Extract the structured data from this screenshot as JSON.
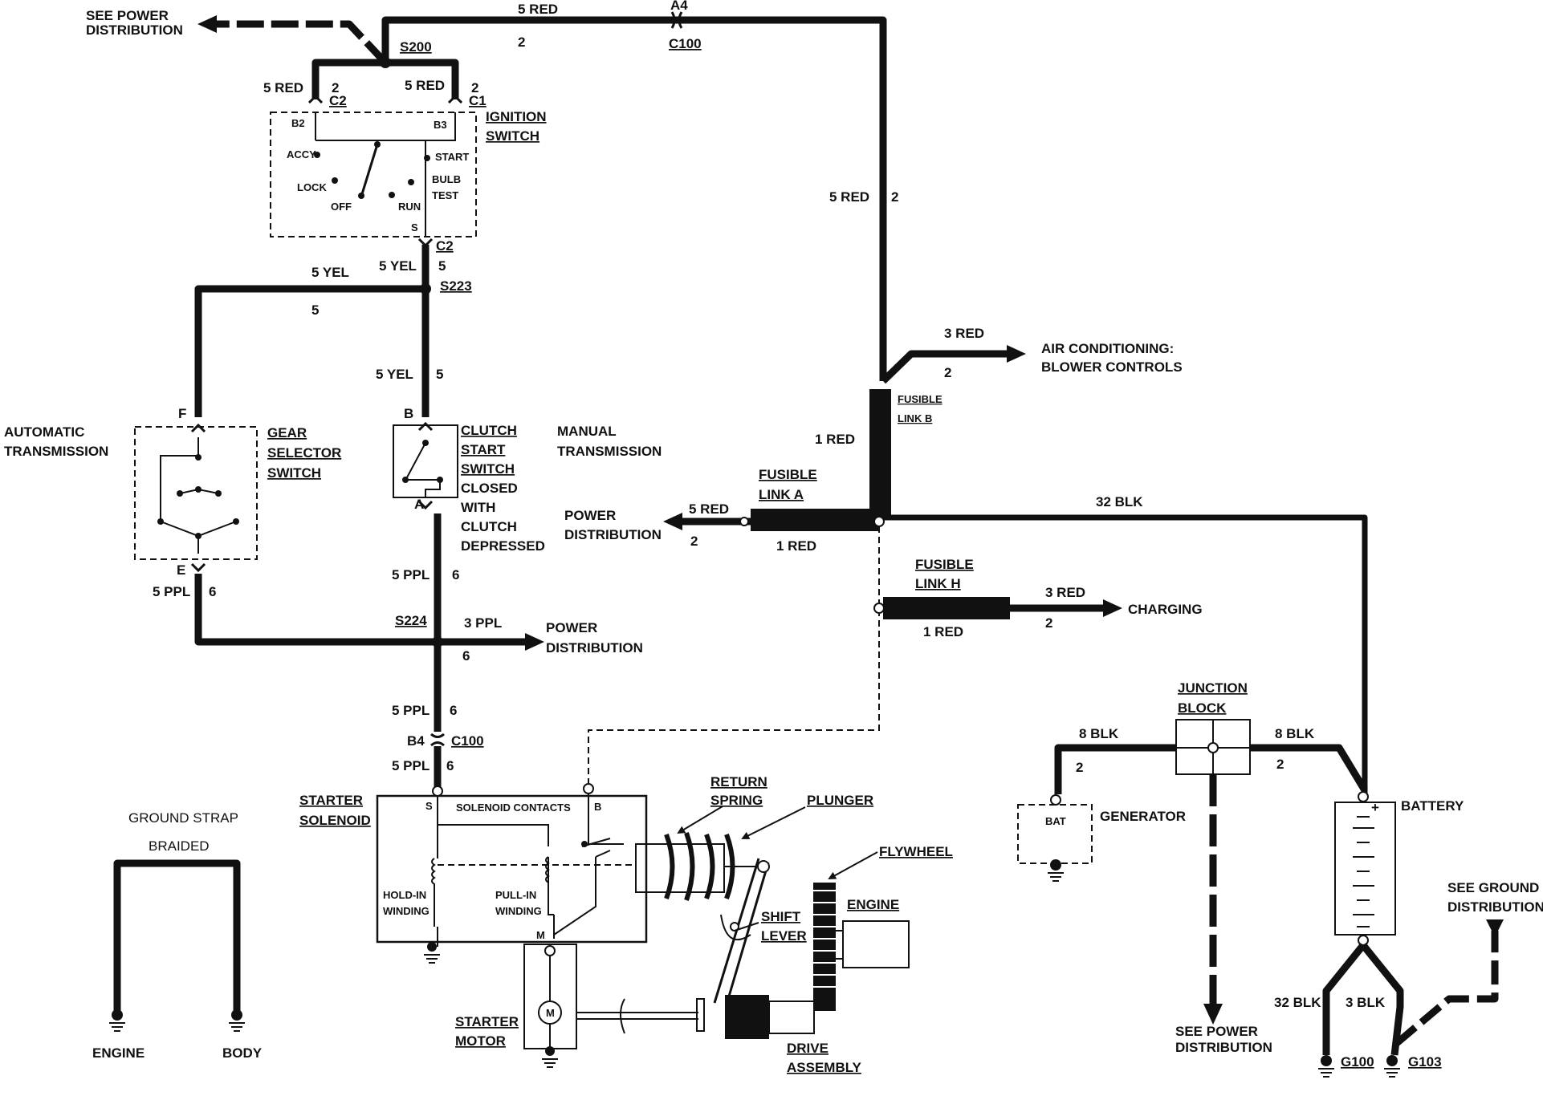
{
  "labels": {
    "see_power_dist_top": [
      "SEE POWER",
      "DISTRIBUTION"
    ],
    "red5_top": "5 RED",
    "a4": "A4",
    "two_top": "2",
    "c100_top": "C100",
    "s200": "S200",
    "red5_left": "5 RED",
    "two_c2": "2",
    "c2_top": "C2",
    "red5_right": "5 RED",
    "two_c1": "2",
    "c1": "C1",
    "ign_switch": [
      "IGNITION",
      "SWITCH"
    ],
    "b2": "B2",
    "b3": "B3",
    "accy": "ACCY",
    "start": "START",
    "lock": "LOCK",
    "bulb_test": [
      "BULB",
      "TEST"
    ],
    "off": "OFF",
    "run": "RUN",
    "s_term": "S",
    "c2_bottom": "C2",
    "yel5_a": "5 YEL",
    "five_a": "5",
    "yel5_b": "5 YEL",
    "s223": "S223",
    "five_b": "5",
    "yel5_c": "5 YEL",
    "five_c": "5",
    "red5_vert": "5 RED",
    "two_vert": "2",
    "red3_ac": "3 RED",
    "two_ac": "2",
    "ac_blower": [
      "AIR CONDITIONING:",
      "BLOWER CONTROLS"
    ],
    "fusible_b": [
      "FUSIBLE",
      "LINK B"
    ],
    "red1_b": "1 RED",
    "automatic": [
      "AUTOMATIC",
      "TRANSMISSION"
    ],
    "gear_sel": [
      "GEAR",
      "SELECTOR",
      "SWITCH"
    ],
    "f_term": "F",
    "e_term": "E",
    "b_term": "B",
    "a_term": "A",
    "clutch": [
      "CLUTCH",
      "START",
      "SWITCH",
      "CLOSED",
      "WITH",
      "CLUTCH",
      "DEPRESSED"
    ],
    "manual": [
      "MANUAL",
      "TRANSMISSION"
    ],
    "fusible_a": [
      "FUSIBLE",
      "LINK A"
    ],
    "red5_pd": "5 RED",
    "two_pd": "2",
    "red1_a": "1 RED",
    "power_dist_mid": [
      "POWER",
      "DISTRIBUTION"
    ],
    "blk32_top": "32 BLK",
    "fusible_h": [
      "FUSIBLE",
      "LINK H"
    ],
    "red3_ch": "3 RED",
    "two_ch": "2",
    "red1_h": "1 RED",
    "charging": "CHARGING",
    "ppl5_a": "5 PPL",
    "six_a": "6",
    "ppl5_b": "5 PPL",
    "six_b": "6",
    "s224": "S224",
    "ppl3": "3 PPL",
    "six_c": "6",
    "power_dist_low": [
      "POWER",
      "DISTRIBUTION"
    ],
    "ppl5_c": "5 PPL",
    "six_d": "6",
    "b4": "B4",
    "c100_low": "C100",
    "ppl5_d": "5 PPL",
    "six_e": "6",
    "junction": [
      "JUNCTION",
      "BLOCK"
    ],
    "blk8_left": "8 BLK",
    "two_jl": "2",
    "blk8_right": "8 BLK",
    "two_jr": "2",
    "bat": "BAT",
    "generator": "GENERATOR",
    "battery": "BATTERY",
    "see_ground": [
      "SEE GROUND",
      "DISTRIBUTION"
    ],
    "see_power_dist_bottom": [
      "SEE POWER",
      "DISTRIBUTION"
    ],
    "blk32_bottom": "32 BLK",
    "blk3": "3 BLK",
    "g100": "G100",
    "g103": "G103",
    "starter_solenoid": [
      "STARTER",
      "SOLENOID"
    ],
    "s_sol": "S",
    "solenoid_contacts": "SOLENOID CONTACTS",
    "b_sol": "B",
    "hold_in": [
      "HOLD-IN",
      "WINDING"
    ],
    "pull_in": [
      "PULL-IN",
      "WINDING"
    ],
    "m_term": "M",
    "return_spring": [
      "RETURN",
      "SPRING"
    ],
    "plunger": "PLUNGER",
    "flywheel": "FLYWHEEL",
    "engine_fw": "ENGINE",
    "shift_lever": [
      "SHIFT",
      "LEVER"
    ],
    "starter_motor": [
      "STARTER",
      "MOTOR"
    ],
    "m_motor": "M",
    "drive_assembly": [
      "DRIVE",
      "ASSEMBLY"
    ],
    "ground_strap": "GROUND STRAP",
    "braided": "BRAIDED",
    "engine_gs": "ENGINE",
    "body_gs": "BODY"
  }
}
